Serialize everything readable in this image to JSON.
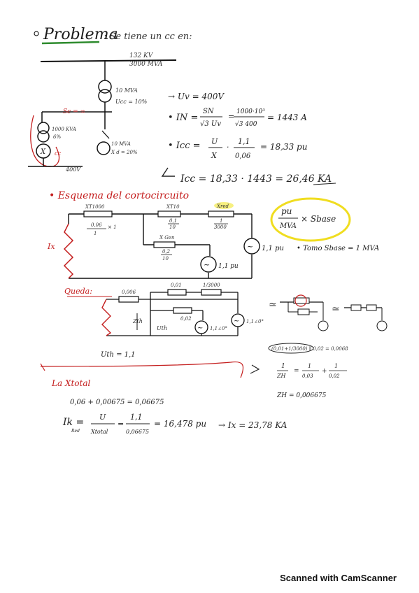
{
  "notes": {
    "title": "Problema",
    "intro": ": Se tiene un cc en:",
    "grid": {
      "voltage": "132 KV",
      "power": "3000 MVA"
    },
    "transformer1": {
      "rating": "10 MVA",
      "ucc": "Ucc = 10%"
    },
    "transformer2": {
      "rating": "1000 KVA",
      "ucc": "6%"
    },
    "cc_marker": "Sc = ∞",
    "cc_label": "cc",
    "motor": {
      "rating": "10 MVA",
      "xd": "X d = 20%"
    },
    "bus_400": "400V",
    "uv": "→ Uv = 400V",
    "in_eq": {
      "lhs": "• IN =",
      "frac1_num": "SN",
      "frac1_den": "√3 Uv",
      "frac2_num": "1000·10³",
      "frac2_den": "√3 400",
      "result": "= 1443 A"
    },
    "icc_eq": {
      "lhs": "• Icc =",
      "frac1_num": "U",
      "frac1_den": "X",
      "frac2_num": "1,1",
      "frac2_den": "0,06",
      "result": "= 18,33 pu"
    },
    "icc_ka": "Icc = 18,33 · 1443 = 26,46 KA",
    "circuit_heading": "• Esquema del cortocircuito",
    "xt1000": "XT1000",
    "x_frac_num": "0,06",
    "x_frac_den": "1",
    "x_frac_mult": "× 1",
    "xt10": "XT10",
    "xt10_frac_num": "0,1",
    "xt10_frac_den": "10",
    "xred": "Xred",
    "xred_val": "1",
    "xred_den": "3000",
    "xgen": "X Gen",
    "xgen_frac_num": "0,2",
    "xgen_frac_den": "10",
    "src_11": "1,1 pu",
    "ix": "Ix",
    "pu_num": "pu",
    "pu_den": "MVA",
    "pu_mult": "× Sbase",
    "sbase": "• Tomo Sbase = 1 MVA",
    "queda": "Queda:",
    "val_0006": "0,006",
    "val_001": "0,01",
    "val_3000": "1/3000",
    "val_002": "0,02",
    "zth": "Zth",
    "uth": "Uth",
    "uth_eq": "Uth = 1,1",
    "val_1102": "1,1∠0°",
    "par_eq": "(0,01+1/3000) ∥ 0,02 = 0,0068",
    "one_zth_num": "1",
    "one_zth_den": "ZH",
    "eq1_num": "1",
    "eq1_den": "0,03",
    "eq2_num": "1",
    "eq2_den": "0,02",
    "zh_result": "ZH = 0,006675",
    "xtotal_label": "La Xtotal",
    "xtotal_eq": "0,06 + 0,00675 = 0,06675",
    "ik_lhs": "Ik =",
    "ik_sub": "Red",
    "ik_f1_num": "U",
    "ik_f1_den": "Xtotal",
    "ik_f2_num": "1,1",
    "ik_f2_den": "0,06675",
    "ik_result": "= 16,478 pu",
    "ik_ka": "→ Ix = 23,78 KA"
  },
  "footer": {
    "scanner": "Scanned with CamScanner"
  }
}
